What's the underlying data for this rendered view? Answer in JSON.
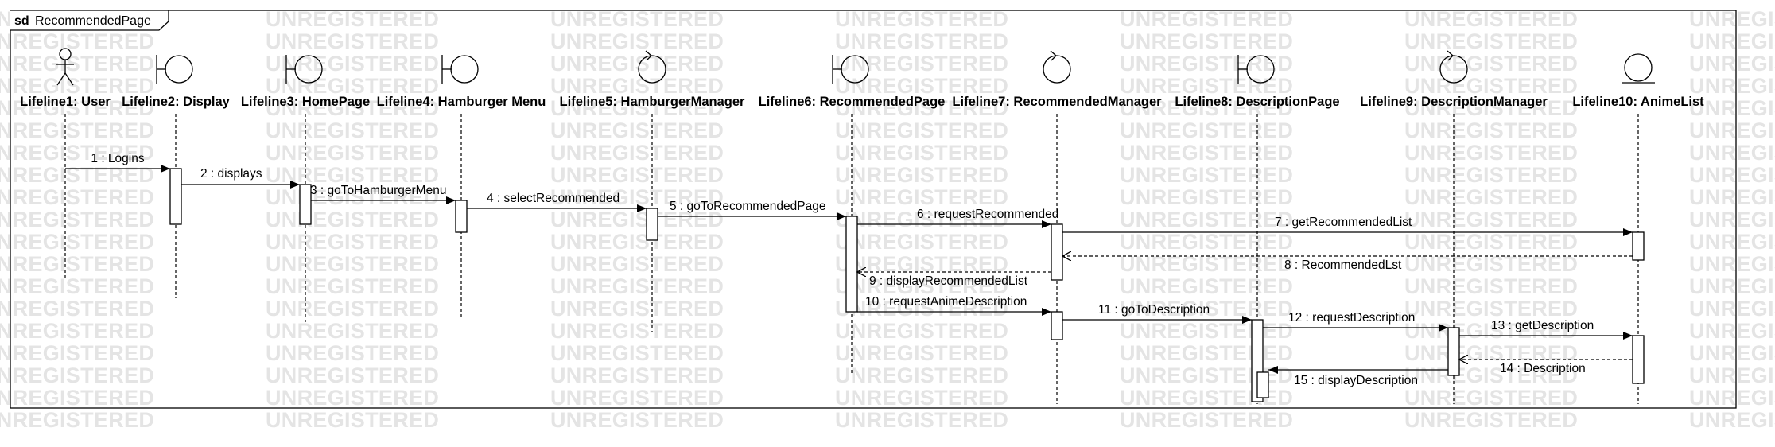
{
  "watermark": "UNREGISTERED",
  "frame": {
    "keyword": "sd",
    "name": "RecommendedPage"
  },
  "lifelines": [
    {
      "id": "user",
      "label": "Lifeline1: User",
      "kind": "actor"
    },
    {
      "id": "display",
      "label": "Lifeline2: Display",
      "kind": "boundary"
    },
    {
      "id": "home",
      "label": "Lifeline3: HomePage",
      "kind": "boundary"
    },
    {
      "id": "hamburger-menu",
      "label": "Lifeline4: Hamburger Menu",
      "kind": "boundary"
    },
    {
      "id": "hamburger-manager",
      "label": "Lifeline5: HamburgerManager",
      "kind": "control"
    },
    {
      "id": "recommended-page",
      "label": "Lifeline6: RecommendedPage",
      "kind": "boundary"
    },
    {
      "id": "recommended-manager",
      "label": "Lifeline7: RecommendedManager",
      "kind": "control"
    },
    {
      "id": "description-page",
      "label": "Lifeline8: DescriptionPage",
      "kind": "boundary"
    },
    {
      "id": "description-manager",
      "label": "Lifeline9: DescriptionManager",
      "kind": "control"
    },
    {
      "id": "anime-list",
      "label": "Lifeline10: AnimeList",
      "kind": "entity"
    }
  ],
  "messages": [
    {
      "label": "1 : Logins",
      "from": "user",
      "to": "display",
      "type": "sync"
    },
    {
      "label": "2 : displays",
      "from": "display",
      "to": "home",
      "type": "sync"
    },
    {
      "label": "3 : goToHamburgerMenu",
      "from": "home",
      "to": "hamburger-menu",
      "type": "sync"
    },
    {
      "label": "4 : selectRecommended",
      "from": "hamburger-menu",
      "to": "hamburger-manager",
      "type": "sync"
    },
    {
      "label": "5 : goToRecommendedPage",
      "from": "hamburger-manager",
      "to": "recommended-page",
      "type": "sync"
    },
    {
      "label": "6 : requestRecommended",
      "from": "recommended-page",
      "to": "recommended-manager",
      "type": "sync"
    },
    {
      "label": "7 : getRecommendedList",
      "from": "recommended-manager",
      "to": "anime-list",
      "type": "sync"
    },
    {
      "label": "8 : RecommendedLst",
      "from": "anime-list",
      "to": "recommended-manager",
      "type": "reply"
    },
    {
      "label": "9 : displayRecommendedList",
      "from": "recommended-manager",
      "to": "recommended-page",
      "type": "reply"
    },
    {
      "label": "10 : requestAnimeDescription",
      "from": "recommended-page",
      "to": "recommended-manager",
      "type": "sync"
    },
    {
      "label": "11 : goToDescription",
      "from": "recommended-manager",
      "to": "description-page",
      "type": "sync"
    },
    {
      "label": "12 : requestDescription",
      "from": "description-page",
      "to": "description-manager",
      "type": "sync"
    },
    {
      "label": "13 : getDescription",
      "from": "description-manager",
      "to": "anime-list",
      "type": "sync"
    },
    {
      "label": "14 : Description",
      "from": "anime-list",
      "to": "description-manager",
      "type": "reply"
    },
    {
      "label": "15 : displayDescription",
      "from": "description-manager",
      "to": "description-page",
      "type": "sync"
    }
  ]
}
